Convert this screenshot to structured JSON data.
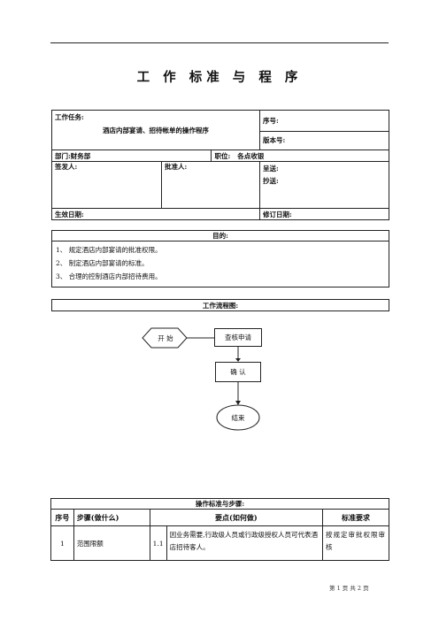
{
  "title": "工 作 标准 与 程 序",
  "info": {
    "task_label": "工作任务:",
    "task_value": "酒店内部宴请、招待帐单的操作程序",
    "serial_label": "序号:",
    "version_label": "版本号:",
    "dept_label": "部门:财务部",
    "position_label": "职位:",
    "position_value": "各点收银",
    "signer_label": "签发人:",
    "approver_label": "批准人:",
    "submit_label": "呈送:",
    "cc_label": "抄送:",
    "effective_label": "生效日期:",
    "revise_label": "修订日期:"
  },
  "purpose": {
    "heading": "目的:",
    "items": [
      "1、 规定酒店内部宴请的批准权限。",
      "2、 制定酒店内部宴请的标准。",
      "3、 合理的控制酒店内部招待费用。"
    ]
  },
  "flow": {
    "heading": "工作流程图:",
    "start": "开  始",
    "review": "查核申请",
    "confirm": "确  认",
    "end": "结束"
  },
  "steps": {
    "heading": "操作标准与步骤:",
    "headers": [
      "序号",
      "步骤(做什么)",
      "要点(如何做)",
      "标准要求"
    ],
    "rows": [
      {
        "no": "1",
        "step": "范围限额",
        "sub": "1.1",
        "point": "因业务需要,行政级人员或行政级授权人员可代表酒店招待客人。",
        "standard": "按规定审批权限审核"
      }
    ]
  },
  "footer": "第 1 页  共 2 页"
}
